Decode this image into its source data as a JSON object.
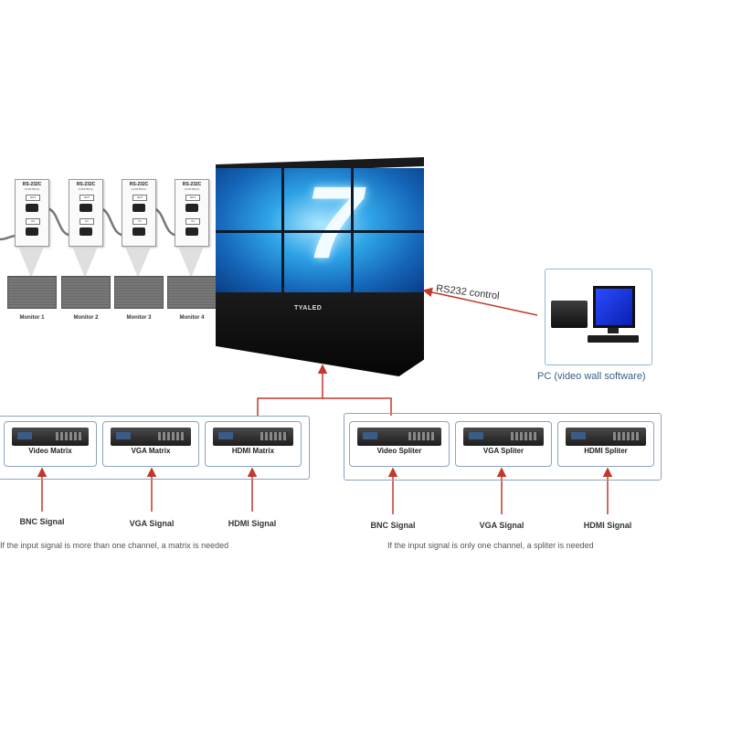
{
  "controller": {
    "title": "RS-232C",
    "subtitle": "(CONTROL)",
    "tag_top": "OUT",
    "tag_mid": "IN"
  },
  "monitors": [
    {
      "label": "Monitor 1"
    },
    {
      "label": "Monitor 2"
    },
    {
      "label": "Monitor 3"
    },
    {
      "label": "Monitor 4"
    }
  ],
  "video_wall": {
    "brand": "TYALED",
    "screen_digit": "7"
  },
  "rs232_label": "RS232 control",
  "pc": {
    "label": "PC (video wall software)"
  },
  "matrix_group": {
    "devices": [
      {
        "label": "Video Matrix"
      },
      {
        "label": "VGA Matrix"
      },
      {
        "label": "HDMI Matrix"
      }
    ],
    "signals": [
      {
        "label": "BNC Signal"
      },
      {
        "label": "VGA Signal"
      },
      {
        "label": "HDMI Signal"
      }
    ],
    "note": "If the input signal is more than one channel, a matrix is needed"
  },
  "splitter_group": {
    "devices": [
      {
        "label": "Video Spliter"
      },
      {
        "label": "VGA Spliter"
      },
      {
        "label": "HDMI Spliter"
      }
    ],
    "signals": [
      {
        "label": "BNC Signal"
      },
      {
        "label": "VGA Signal"
      },
      {
        "label": "HDMI Signal"
      }
    ],
    "note": "If the input signal is only one channel, a spliter is needed"
  },
  "colors": {
    "arrow": "#c0392b",
    "box_border": "#8aa3c4",
    "pc_border": "#8fb6d6"
  }
}
